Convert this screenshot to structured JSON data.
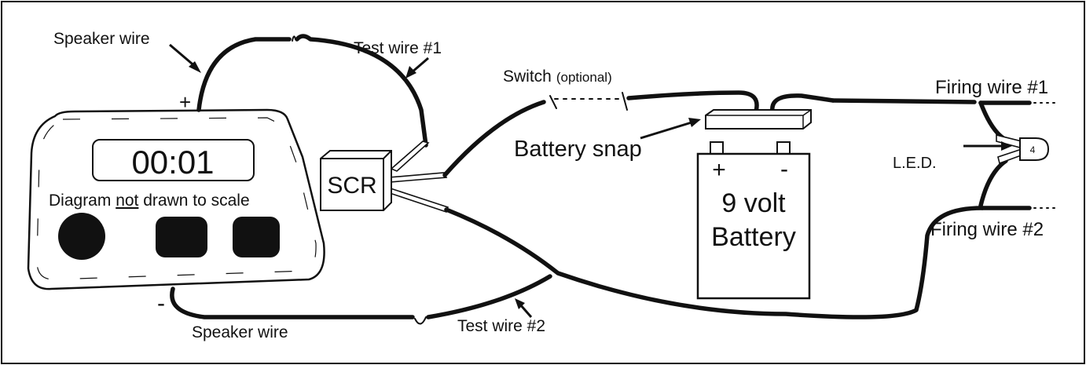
{
  "labels": {
    "speaker_wire_top": "Speaker wire",
    "test_wire_1": "Test wire #1",
    "plus_timer": "+",
    "minus_timer": "-",
    "timer_display": "00:01",
    "scale_note_pre": "Diagram ",
    "scale_note_not": "not",
    "scale_note_post": " drawn to scale",
    "scr": "SCR",
    "switch": "Switch",
    "switch_note": "(optional)",
    "battery_snap": "Battery snap",
    "battery_plus": "+",
    "battery_minus": "-",
    "battery_line1": "9 volt",
    "battery_line2": "Battery",
    "firing_wire_1": "Firing wire #1",
    "firing_wire_2": "Firing wire #2",
    "led": "L.E.D.",
    "led_number": "4",
    "speaker_wire_bottom": "Speaker wire",
    "test_wire_2": "Test wire #2"
  }
}
